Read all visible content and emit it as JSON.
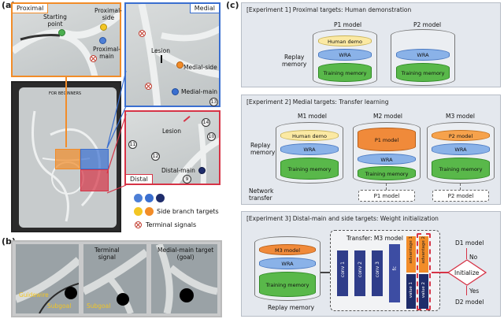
{
  "panels": {
    "a": "(a)",
    "b": "(b)",
    "c": "(c)"
  },
  "proximal": {
    "tag": "Proximal",
    "starting_point": "Starting\npoint",
    "proximal_side": "Proximal-\nside",
    "proximal_main": "Proximal-\nmain"
  },
  "medial": {
    "tag": "Medial",
    "lesion": "Lesion",
    "medial_side": "Medial-side",
    "medial_main": "Medial-main",
    "num13": "13"
  },
  "distal": {
    "tag": "Distal",
    "lesion": "Lesion",
    "distal_main": "Distal-main",
    "nums": [
      "14",
      "10",
      "11",
      "12",
      "9"
    ]
  },
  "phantom_text": "FOR BEGINNERS",
  "legend": {
    "side_branch": "Side branch targets",
    "terminal": "Terminal signals"
  },
  "panel_b": {
    "guidewire": "Guidewire",
    "subgoal1": "Subgoal",
    "terminal_signal": "Terminal\nsignal",
    "subgoal2": "Subgoal",
    "medial_main_target": "Medial-main target\n(goal)"
  },
  "exp1": {
    "title": "[Experiment 1] Proximal targets: Human demonstration",
    "p1_model": "P1 model",
    "p2_model": "P2 model",
    "replay_memory": "Replay\nmemory",
    "human_demo": "Human demo",
    "wra": "WRA",
    "training_memory": "Training memory"
  },
  "exp2": {
    "title": "[Experiment 2] Medial targets: Transfer learning",
    "m1_model": "M1 model",
    "m2_model": "M2 model",
    "m3_model": "M3 model",
    "replay_memory": "Replay\nmemory",
    "network_transfer": "Network\ntransfer",
    "human_demo": "Human demo",
    "wra": "WRA",
    "training_memory": "Training memory",
    "p1_model": "P1 model",
    "p2_model": "P2 model"
  },
  "exp3": {
    "title": "[Experiment 3] Distal-main and side targets: Weight initialization",
    "transfer": "Transfer: M3 model",
    "conv1": "conv 1",
    "conv2": "conv 2",
    "conv3": "conv 3",
    "fc": "fc",
    "advantage1": "advantage 1",
    "advantage2": "advantage 2",
    "value1": "value 1",
    "value2": "value 2",
    "m3_model": "M3 model",
    "wra": "WRA",
    "training_memory": "Training memory",
    "replay_memory": "Replay memory",
    "d1_model": "D1 model",
    "d2_model": "D2 model",
    "no": "No",
    "yes": "Yes",
    "initialize": "Initialize"
  },
  "colors": {
    "proximal_border": "#f28c28",
    "medial_border": "#3a6fd0",
    "distal_border": "#d63346",
    "dark_blue": "#1f2d6b",
    "light_blue": "#4d7fd6",
    "orange": "#f28c28",
    "yellow": "#f3c623"
  }
}
